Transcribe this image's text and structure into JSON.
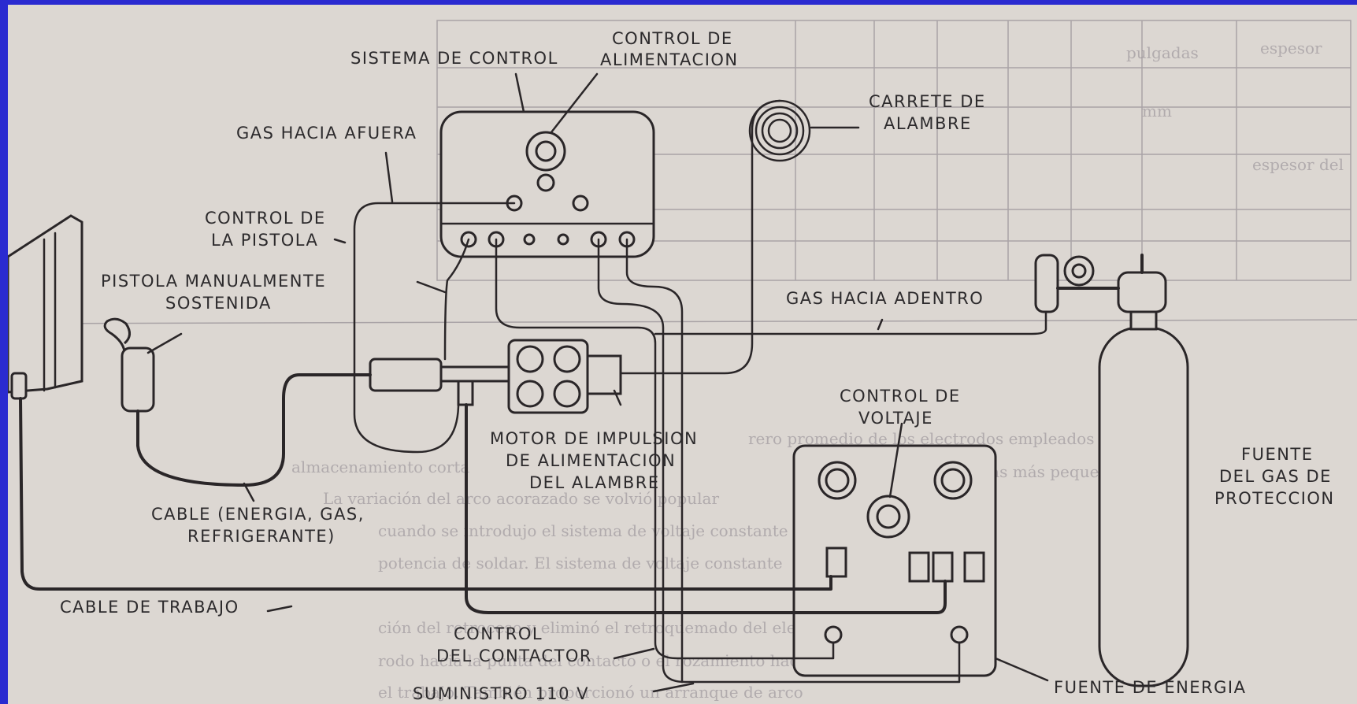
{
  "labels": {
    "sistema_control": "SISTEMA DE CONTROL",
    "control_alimentacion_1": "CONTROL DE",
    "control_alimentacion_2": "ALIMENTACION",
    "carrete_1": "CARRETE DE",
    "carrete_2": "ALAMBRE",
    "gas_afuera": "GAS HACIA AFUERA",
    "control_pistola_1": "CONTROL DE",
    "control_pistola_2": "LA PISTOLA",
    "pistola_1": "PISTOLA MANUALMENTE",
    "pistola_2": "SOSTENIDA",
    "gas_adentro": "GAS HACIA ADENTRO",
    "motor_1": "MOTOR DE IMPULSION",
    "motor_2": "DE ALIMENTACION",
    "motor_3": "DEL ALAMBRE",
    "control_voltaje_1": "CONTROL DE",
    "control_voltaje_2": "VOLTAJE",
    "fuente_gas_1": "FUENTE",
    "fuente_gas_2": "DEL GAS DE",
    "fuente_gas_3": "PROTECCION",
    "cable_1": "CABLE (ENERGIA, GAS,",
    "cable_2": "REFRIGERANTE)",
    "cable_trabajo": "CABLE DE TRABAJO",
    "control_contactor_1": "CONTROL",
    "control_contactor_2": "DEL CONTACTOR",
    "suministro": "SUMINISTRO 110 V",
    "fuente_energia": "FUENTE DE ENERGIA"
  },
  "background_text": [
    "espesor",
    "pulgadas",
    "mm",
    "espesor del",
    "rero promedio de los electrodos empleados por la",
    "ud. metal con gas más pequeño que",
    "almacenamiento corta",
    "La variación del arco acorazado se volvió popular",
    "cuando se introdujo el sistema de voltaje constante",
    "potencia de soldar. El sistema de voltaje constante",
    "ción del retroceso y eliminó el retroquemado del electrodo",
    "rodo hacia la punta del contacto o el rozamiento hacia",
    "el trabajo. También proporcionó un arranque de arco"
  ]
}
